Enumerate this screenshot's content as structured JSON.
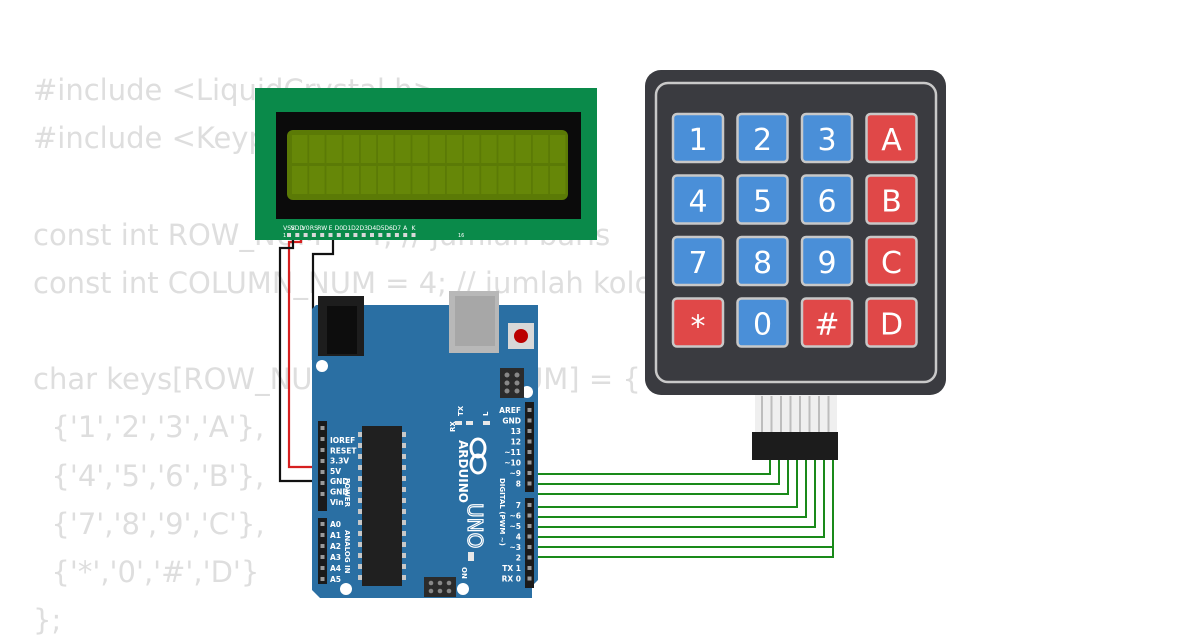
{
  "code_lines": [
    "#include <LiquidCrystal.h>",
    "#include <Keypad.h>",
    "",
    "const int ROW_NUM = 4; // jumlah baris",
    "const int COLUMN_NUM = 4; // jumlah kolom",
    "",
    "char keys[ROW_NUM][COLUMN_NUM] = {",
    "  {'1','2','3','A'},",
    "  {'4','5','6','B'},",
    "  {'7','8','9','C'},",
    "  {'*','0','#','D'}",
    "};"
  ],
  "lcd": {
    "pin_labels": [
      "VSS",
      "VDD",
      "V0",
      "RS",
      "RW",
      "E",
      "D0",
      "D1",
      "D2",
      "D3",
      "D4",
      "D5",
      "D6",
      "D7",
      "A",
      "K"
    ],
    "pin_first": "1",
    "pin_last": "16",
    "colors": {
      "pcb": "#0a8a4a",
      "bezel": "#0b0b0b",
      "screen": "#5b7a06"
    }
  },
  "arduino": {
    "brand": "ARDUINO",
    "model": "UNO",
    "on_label": "ON",
    "tx_label": "TX",
    "rx_label": "RX",
    "l_label": "L",
    "power_header_title": "POWER",
    "analog_header_title": "ANALOG IN",
    "digital_header_title": "DIGITAL (PWM ~)",
    "power_pins": [
      "IOREF",
      "RESET",
      "3.3V",
      "5V",
      "GND",
      "GND",
      "Vin"
    ],
    "analog_pins": [
      "A0",
      "A1",
      "A2",
      "A3",
      "A4",
      "A5"
    ],
    "digital_pins_high": [
      "AREF",
      "GND",
      "13",
      "12",
      "~11",
      "~10",
      "~9",
      "8"
    ],
    "digital_pins_low": [
      "7",
      "~6",
      "~5",
      "4",
      "~3",
      "2",
      "TX 1",
      "RX 0"
    ],
    "colors": {
      "board": "#2a6fa3"
    }
  },
  "keypad": {
    "keys": [
      {
        "label": "1",
        "kind": "num"
      },
      {
        "label": "2",
        "kind": "num"
      },
      {
        "label": "3",
        "kind": "num"
      },
      {
        "label": "A",
        "kind": "letter"
      },
      {
        "label": "4",
        "kind": "num"
      },
      {
        "label": "5",
        "kind": "num"
      },
      {
        "label": "6",
        "kind": "num"
      },
      {
        "label": "B",
        "kind": "letter"
      },
      {
        "label": "7",
        "kind": "num"
      },
      {
        "label": "8",
        "kind": "num"
      },
      {
        "label": "9",
        "kind": "num"
      },
      {
        "label": "C",
        "kind": "letter"
      },
      {
        "label": "*",
        "kind": "letter"
      },
      {
        "label": "0",
        "kind": "num"
      },
      {
        "label": "#",
        "kind": "letter"
      },
      {
        "label": "D",
        "kind": "letter"
      }
    ],
    "colors": {
      "body": "#3a3b40",
      "num_key": "#4a8fd8",
      "letter_key": "#e04848"
    }
  },
  "wire_colors": {
    "power": "#d61f1f",
    "ground": "#111111",
    "signal": "#1a8a1a"
  }
}
